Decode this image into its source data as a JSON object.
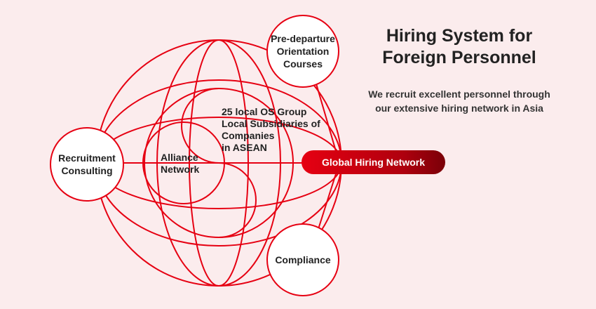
{
  "heading": {
    "line1": "Hiring System for",
    "line2": "Foreign Personnel"
  },
  "subtitle": {
    "line1": "We recruit excellent personnel through",
    "line2": "our extensive hiring network in Asia"
  },
  "hub_label": "Global Hiring Network",
  "nodes": {
    "predeparture": {
      "line1": "Pre-departure",
      "line2": "Orientation",
      "line3": "Courses"
    },
    "recruitment": {
      "line1": "Recruitment",
      "line2": "Consulting"
    },
    "compliance": {
      "label": "Compliance"
    }
  },
  "inner": {
    "alliance": {
      "line1": "Alliance",
      "line2": "Network"
    },
    "subsidiaries": {
      "line1": "25 local OS Group",
      "line2": "Local Subsidiaries of",
      "line3": "Companies",
      "line4": "in ASEAN"
    }
  },
  "colors": {
    "accent": "#e60012",
    "accent_dark": "#7a0008",
    "background": "#fbeced"
  }
}
